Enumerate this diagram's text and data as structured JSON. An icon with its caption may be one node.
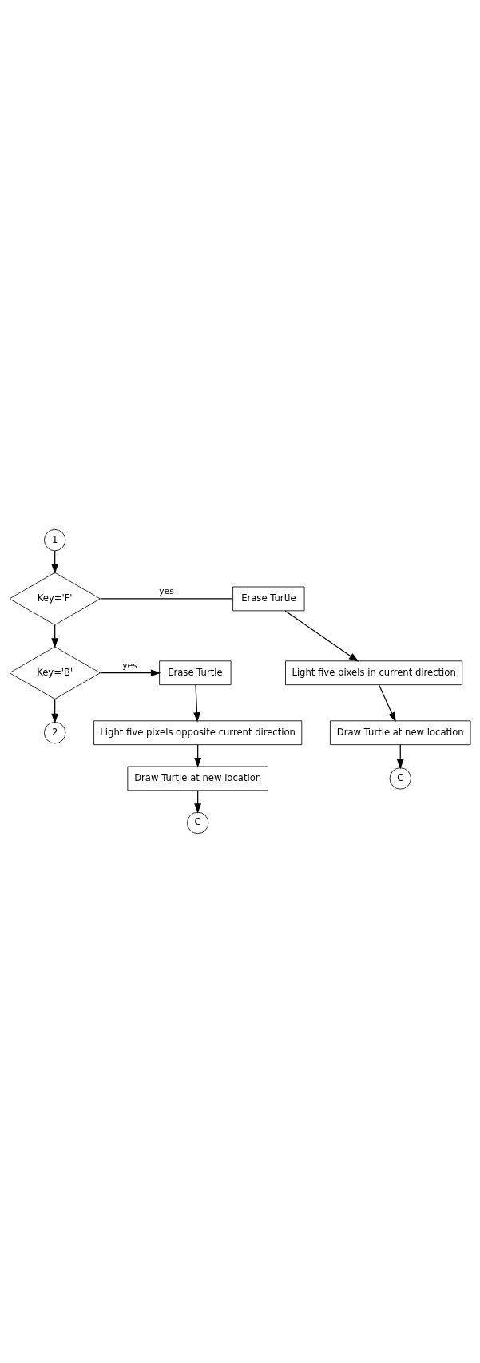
{
  "diagram": {
    "nodes": [
      {
        "text": [
          "1"
        ]
      },
      {
        "text": [
          "Key='F'"
        ]
      },
      {
        "text": [
          "Erase Turtle"
        ]
      },
      {
        "text": [
          "Light five pixels in current direction"
        ]
      },
      {
        "text": [
          "Draw Turtle at new location"
        ]
      },
      {
        "text": [
          "C"
        ]
      },
      {
        "text": [
          "Key='B'"
        ]
      },
      {
        "text": [
          "Erase Turtle"
        ]
      },
      {
        "text": [
          "Light five pixels opposite current direction"
        ]
      },
      {
        "text": [
          "Draw Turtle at new location"
        ]
      },
      {
        "text": [
          "C"
        ]
      },
      {
        "text": [
          "2"
        ]
      }
    ],
    "edges": [
      {
        "from": 0,
        "to": 1,
        "arrow": "to"
      },
      {
        "from": 1,
        "to": 2,
        "arrow": "none",
        "label": "yes"
      },
      {
        "from": 2,
        "to": 3,
        "arrow": "to"
      },
      {
        "from": 3,
        "to": 4,
        "arrow": "to"
      },
      {
        "from": 4,
        "to": 5,
        "arrow": "to"
      },
      {
        "from": 1,
        "to": 6,
        "arrow": "to"
      },
      {
        "from": 6,
        "to": 7,
        "arrow": "to",
        "label": "yes"
      },
      {
        "from": 7,
        "to": 8,
        "arrow": "to"
      },
      {
        "from": 8,
        "to": 9,
        "arrow": "to"
      },
      {
        "from": 9,
        "to": 10,
        "arrow": "to"
      },
      {
        "from": 6,
        "to": 11,
        "arrow": "to"
      }
    ]
  }
}
